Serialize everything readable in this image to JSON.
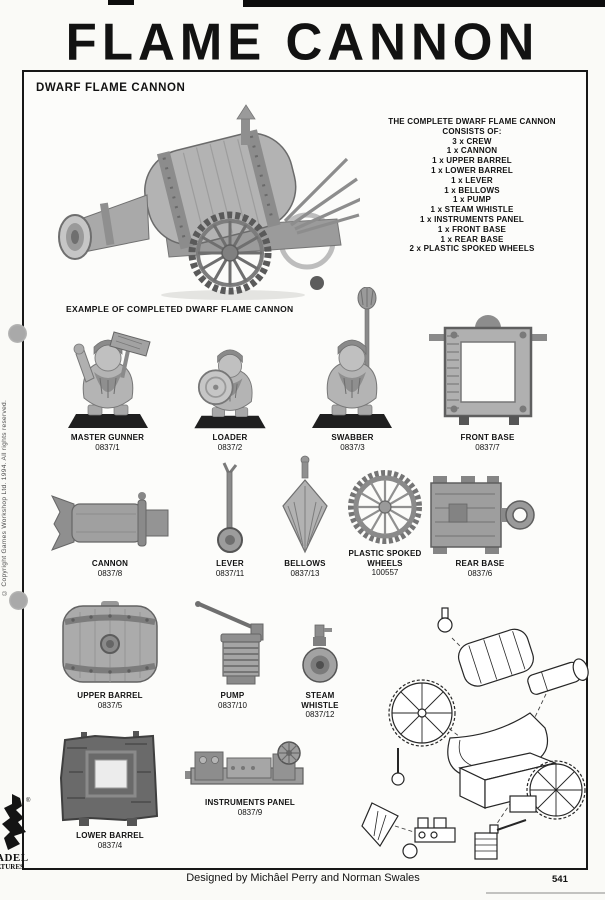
{
  "page": {
    "title": "FLAME CANNON",
    "section_title": "DWARF FLAME CANNON",
    "example_caption": "EXAMPLE OF COMPLETED DWARF FLAME CANNON",
    "designer_credit": "Designed by Michâel Perry and Norman Swales",
    "page_number": "541",
    "copyright_vertical": "© Copyright Games Workshop Ltd. 1994. All rights reserved.",
    "logo": {
      "registered": "®",
      "fragment_line1": "ADEL",
      "fragment_line2": "ATURES"
    }
  },
  "colors": {
    "ink": "#121212",
    "paper": "#fcfcfa"
  },
  "contents_list": {
    "title_line1": "THE COMPLETE DWARF FLAME CANNON",
    "title_line2": "CONSISTS OF:",
    "items": [
      "3 x CREW",
      "1 x CANNON",
      "1 x UPPER BARREL",
      "1 x LOWER BARREL",
      "1 x LEVER",
      "1 x BELLOWS",
      "1 x PUMP",
      "1 x STEAM WHISTLE",
      "1 x INSTRUMENTS PANEL",
      "1 x FRONT BASE",
      "1 x REAR BASE",
      "2 x PLASTIC SPOKED WHEELS"
    ]
  },
  "parts": [
    {
      "name": "MASTER GUNNER",
      "code": "0837/1"
    },
    {
      "name": "LOADER",
      "code": "0837/2"
    },
    {
      "name": "SWABBER",
      "code": "0837/3"
    },
    {
      "name": "FRONT BASE",
      "code": "0837/7"
    },
    {
      "name": "CANNON",
      "code": "0837/8"
    },
    {
      "name": "LEVER",
      "code": "0837/11"
    },
    {
      "name": "BELLOWS",
      "code": "0837/13"
    },
    {
      "name": "PLASTIC SPOKED WHEELS",
      "code": "100557"
    },
    {
      "name": "REAR BASE",
      "code": "0837/6"
    },
    {
      "name": "UPPER BARREL",
      "code": "0837/5"
    },
    {
      "name": "PUMP",
      "code": "0837/10"
    },
    {
      "name": "STEAM WHISTLE",
      "code": "0837/12"
    },
    {
      "name": "LOWER BARREL",
      "code": "0837/4"
    },
    {
      "name": "INSTRUMENTS PANEL",
      "code": "0837/9"
    }
  ]
}
